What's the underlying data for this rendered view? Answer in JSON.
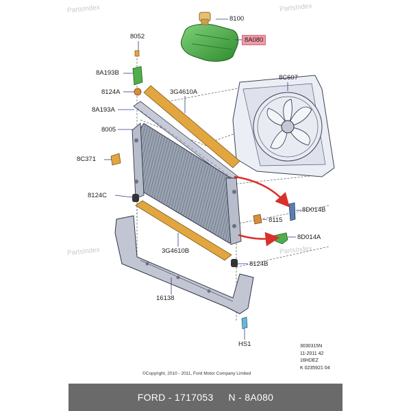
{
  "watermark": "PartsIndex",
  "labels": {
    "p8100": "8100",
    "p8A080": "8A080",
    "p8052": "8052",
    "p8A193B": "8A193B",
    "p8124A": "8124A",
    "p3G4610A": "3G4610A",
    "p8C607": "8C607",
    "p8A193A": "8A193A",
    "p8005": "8005",
    "p8C371": "8C371",
    "p8124C": "8124C",
    "p8D014B": "8D014B",
    "p8115": "8115",
    "p8D014A": "8D014A",
    "p3G4610B": "3G4610B",
    "p8124B": "8124B",
    "p16138": "16138",
    "pHS1": "HS1"
  },
  "meta": {
    "line1": "3030315N",
    "line2": "11-2011 42",
    "line3": "16HDEZ",
    "line4": "K 0235921 04"
  },
  "copyright": "©Copyright, 2010 - 2011, Ford Motor Company Limited",
  "footer": {
    "brand_part": "FORD - 1717053",
    "ref": "N - 8A080"
  },
  "colors": {
    "highlight": "#f19aa6",
    "footer_bg": "#6a6a6a",
    "leader_line": "#2a3a8a",
    "arrow": "#d8302a",
    "reservoir": "#4fae4a",
    "seal_strip": "#e2a640"
  }
}
